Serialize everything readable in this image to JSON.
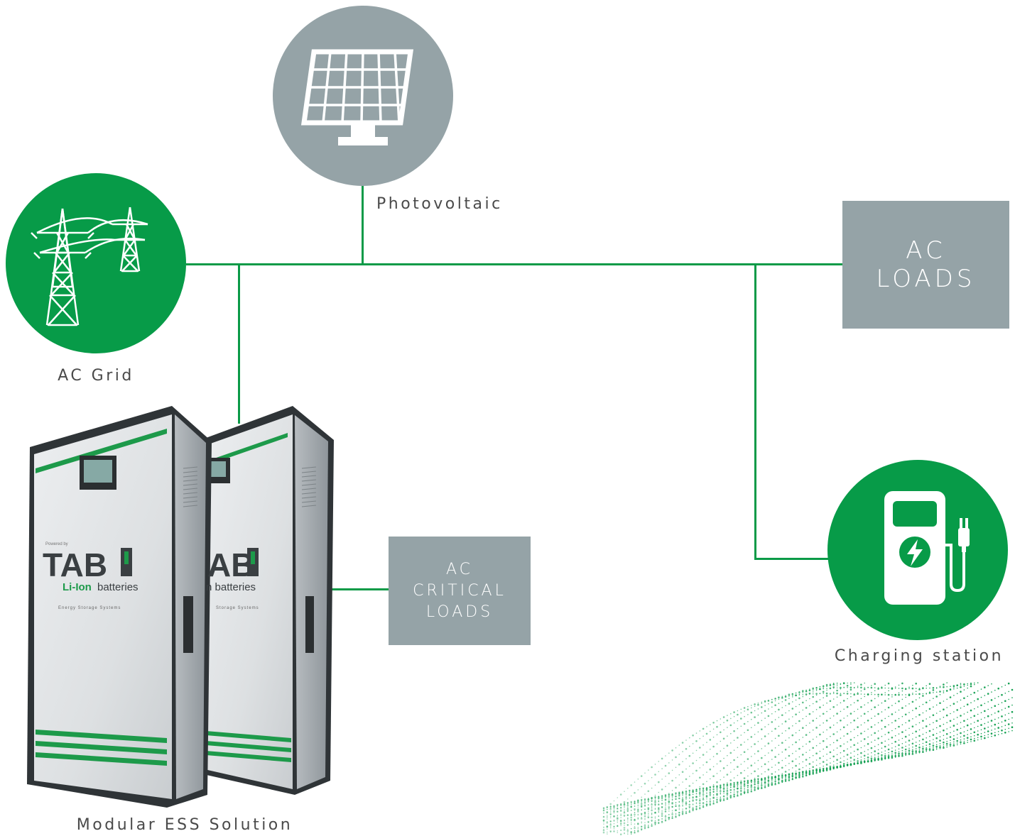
{
  "nodes": {
    "photovoltaic": {
      "label": "Photovoltaic",
      "icon": "solar-panel-icon"
    },
    "ac_grid": {
      "label": "AC Grid",
      "icon": "power-tower-icon"
    },
    "charging_station": {
      "label": "Charging station",
      "icon": "ev-charger-icon"
    },
    "modular_ess": {
      "label": "Modular ESS Solution"
    }
  },
  "boxes": {
    "ac_loads": {
      "line1": "AC",
      "line2": "LOADS"
    },
    "ac_critical_loads": {
      "line1": "AC",
      "line2": "CRITICAL",
      "line3": "LOADS"
    }
  },
  "cabinet": {
    "brand": "TAB",
    "subbrand_highlight": "Li-Ion",
    "subbrand": "batteries",
    "powered_by": "Powered by",
    "tagline": "Energy Storage Systems",
    "brand_cut": "AB",
    "subbrand_cut": "n batteries",
    "tagline_cut": "Storage Systems"
  },
  "colors": {
    "green": "#079b48",
    "grey": "#95a3a7",
    "wire": "#0b9a47"
  }
}
